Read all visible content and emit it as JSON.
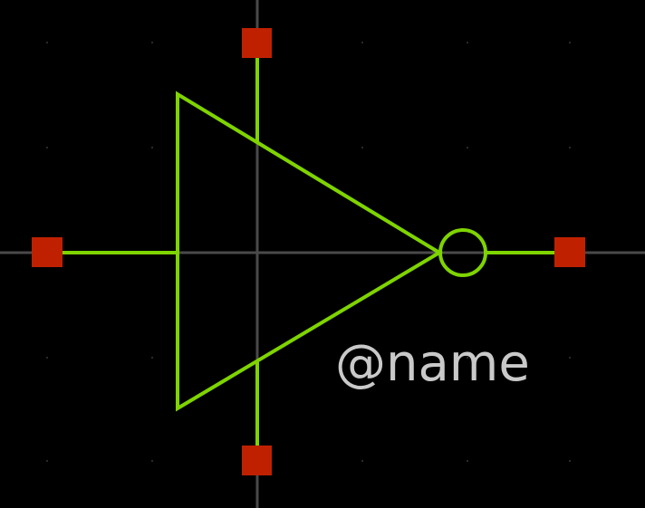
{
  "symbol": {
    "label": "@name",
    "shape": "inverter-buffer",
    "pins": [
      "top",
      "bottom",
      "left",
      "right"
    ]
  },
  "colors": {
    "background": "#000000",
    "grid_dot": "#2a2a2a",
    "axis": "#4a4a4a",
    "symbol_stroke": "#7fd400",
    "pin": "#bf2100",
    "label": "#c9c9c9"
  }
}
